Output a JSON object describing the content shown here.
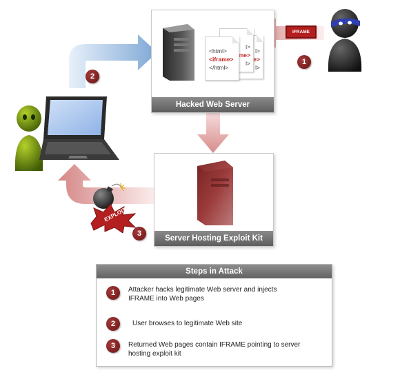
{
  "diagram": {
    "hacked_server_caption": "Hacked Web Server",
    "exploit_server_caption": "Server Hosting Exploit Kit",
    "iframe_tag_label": "IFRAME",
    "exploit_label": "EXPLOIT",
    "html_code": {
      "open": "<html>",
      "iframe": "<iframe>",
      "close": "</html>"
    },
    "partial_code": {
      "line1": "l>",
      "line2": "me>",
      "line3": "l>"
    },
    "badges": {
      "attacker": "1",
      "browse": "2",
      "exploit": "3"
    }
  },
  "steps_panel": {
    "title": "Steps in Attack",
    "steps": [
      {
        "number": "1",
        "text": "Attacker hacks legitimate Web server and injects IFRAME into Web pages"
      },
      {
        "number": "2",
        "text": "User browses to legitimate Web site"
      },
      {
        "number": "3",
        "text": "Returned Web pages contain IFRAME pointing to server hosting exploit kit"
      }
    ]
  },
  "colors": {
    "badge": "#8b2424",
    "caption_bar": "#6e6e6e",
    "iframe_tag": "#b31e1e",
    "arrow_blue": "#8ab0d8",
    "arrow_red": "#d27878",
    "user_green": "#6a8a12",
    "attacker_dark": "#222222"
  }
}
